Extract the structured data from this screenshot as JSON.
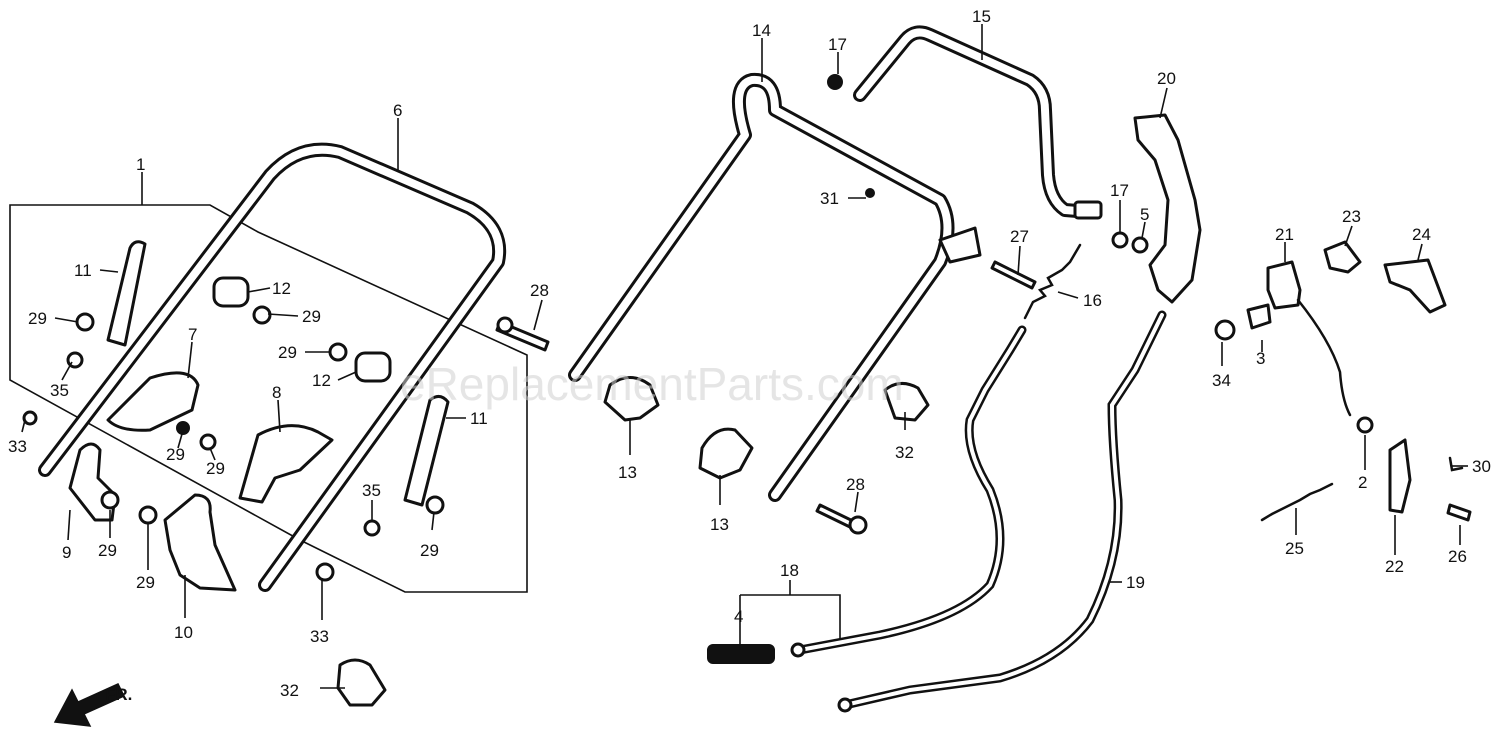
{
  "watermark": "eReplacementParts.com",
  "direction_label": "FR.",
  "labels": {
    "p1": "1",
    "p2": "2",
    "p3": "3",
    "p4": "4",
    "p5": "5",
    "p6": "6",
    "p7": "7",
    "p8": "8",
    "p9": "9",
    "p10": "10",
    "p11a": "11",
    "p11b": "11",
    "p12a": "12",
    "p12b": "12",
    "p13a": "13",
    "p13b": "13",
    "p14": "14",
    "p15": "15",
    "p16": "16",
    "p17a": "17",
    "p17b": "17",
    "p18": "18",
    "p19": "19",
    "p20": "20",
    "p21": "21",
    "p22": "22",
    "p23": "23",
    "p24": "24",
    "p25": "25",
    "p26": "26",
    "p27": "27",
    "p28a": "28",
    "p28b": "28",
    "p29a": "29",
    "p29b": "29",
    "p29c": "29",
    "p29d": "29",
    "p29e": "29",
    "p29f": "29",
    "p29g": "29",
    "p29h": "29",
    "p30": "30",
    "p31": "31",
    "p32a": "32",
    "p32b": "32",
    "p33a": "33",
    "p33b": "33",
    "p34": "34",
    "p35a": "35",
    "p35b": "35"
  }
}
